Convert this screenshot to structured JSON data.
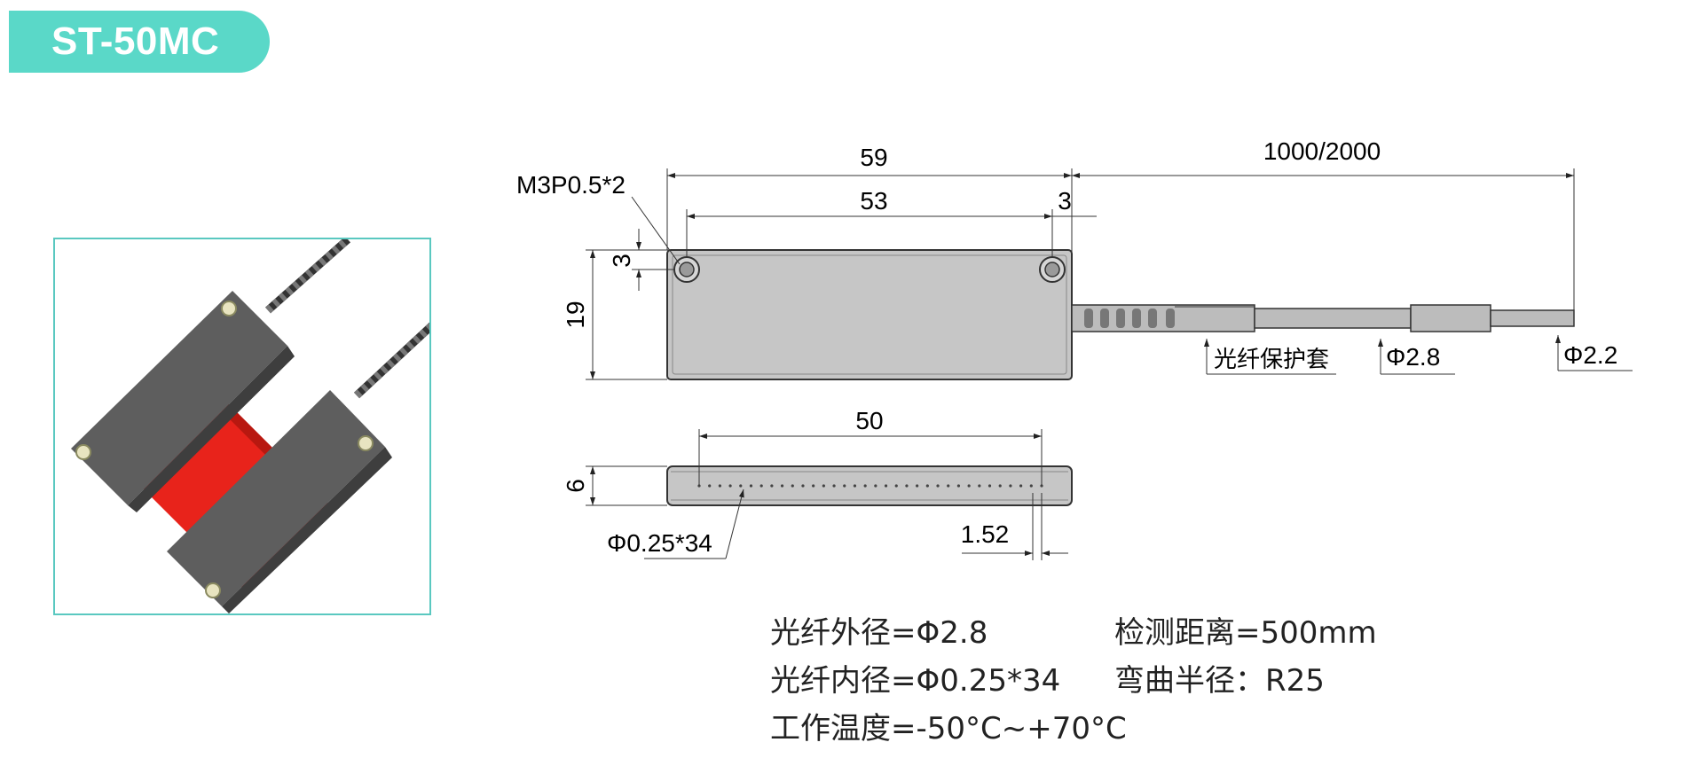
{
  "header": {
    "model": "ST-50MC"
  },
  "drawing": {
    "screw_label": "M3P0.5*2",
    "dim_total_length": "59",
    "dim_hole_spacing": "53",
    "dim_hole_edge": "3",
    "dim_hole_vertical": "3",
    "dim_height": "19",
    "dim_cable_length": "1000/2000",
    "label_fiber_sleeve": "光纤保护套",
    "label_diameter_outer": "Φ2.8",
    "label_diameter_tip": "Φ2.2",
    "dim_array_length": "50",
    "dim_thickness": "6",
    "label_holes": "Φ0.25*34",
    "dim_pitch": "1.52"
  },
  "specs": {
    "fiber_outer": "光纤外径=Φ2.8",
    "fiber_inner": "光纤内径=Φ0.25*34",
    "temperature": "工作温度=-50°C~+70°C",
    "detect_distance": "检测距离=500mm",
    "bend_radius": "弯曲半径：R25"
  },
  "colors": {
    "accent": "#5ad8c8",
    "frame": "#5ac8c0",
    "body_gray": "#c6c6c6",
    "emitter_red": "#e8231b"
  }
}
